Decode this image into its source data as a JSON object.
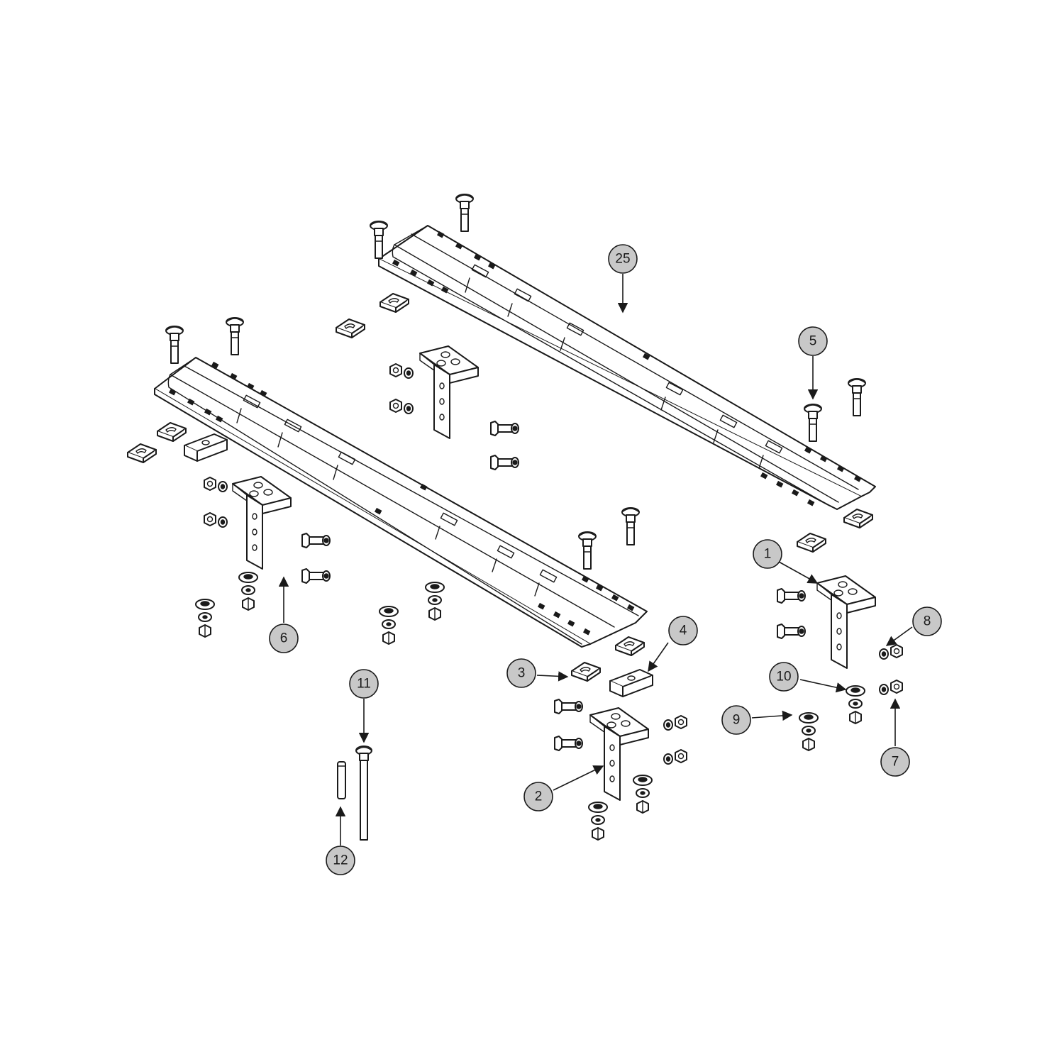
{
  "callouts": [
    {
      "id": "c1",
      "label": "1"
    },
    {
      "id": "c2",
      "label": "2"
    },
    {
      "id": "c3",
      "label": "3"
    },
    {
      "id": "c4",
      "label": "4"
    },
    {
      "id": "c5",
      "label": "5"
    },
    {
      "id": "c6",
      "label": "6"
    },
    {
      "id": "c7",
      "label": "7"
    },
    {
      "id": "c8",
      "label": "8"
    },
    {
      "id": "c9",
      "label": "9"
    },
    {
      "id": "c10",
      "label": "10"
    },
    {
      "id": "c11",
      "label": "11"
    },
    {
      "id": "c12",
      "label": "12"
    },
    {
      "id": "c25",
      "label": "25"
    }
  ],
  "colors": {
    "balloon_fill": "#c8c8c8",
    "line": "#1a1a1a",
    "background": "#ffffff"
  }
}
